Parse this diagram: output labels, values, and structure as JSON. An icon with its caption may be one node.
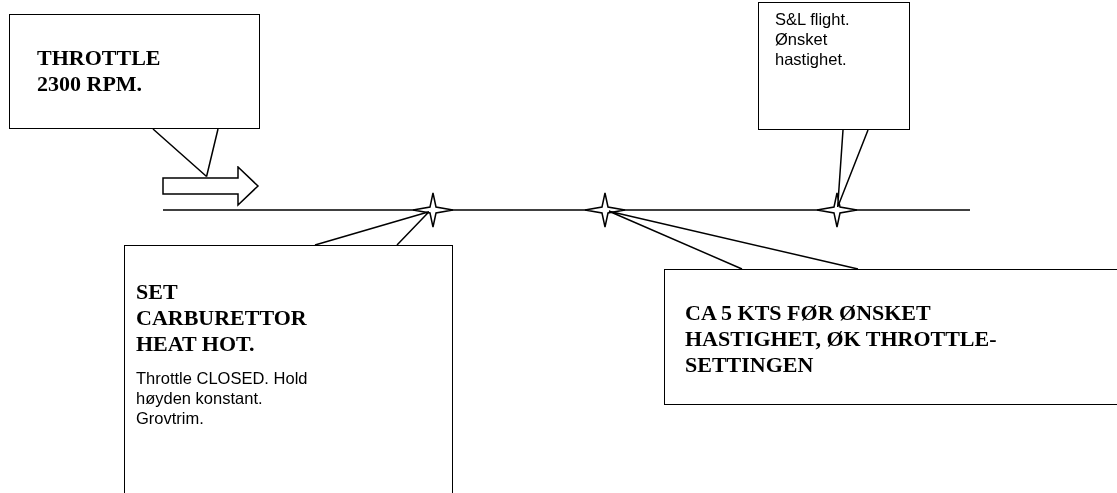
{
  "diagram": {
    "nodes": [
      {
        "text": [
          "THROTTLE 2300 RPM."
        ]
      },
      {
        "text": [
          "S&L flight. Ønsket hastighet."
        ]
      },
      {
        "text": [],
        "shape": "arrow"
      },
      {
        "text": [],
        "shape": "star"
      },
      {
        "text": [],
        "shape": "star"
      },
      {
        "text": [],
        "shape": "star"
      },
      {
        "text": [
          "SET CARBURETTOR HEAT HOT.",
          "Throttle CLOSED. Hold høyden konstant. Grovtrim."
        ]
      },
      {
        "text": [
          "CA 5 KTS FØR ØNSKET HASTIGHET, ØK THROTTLE-SETTINGEN"
        ]
      }
    ],
    "edges": [
      {
        "from": 0,
        "to": 2,
        "arrow": "none"
      },
      {
        "from": 1,
        "to": 5,
        "arrow": "none"
      },
      {
        "from": 6,
        "to": 3,
        "arrow": "none"
      },
      {
        "from": 7,
        "to": 4,
        "arrow": "none"
      }
    ]
  }
}
